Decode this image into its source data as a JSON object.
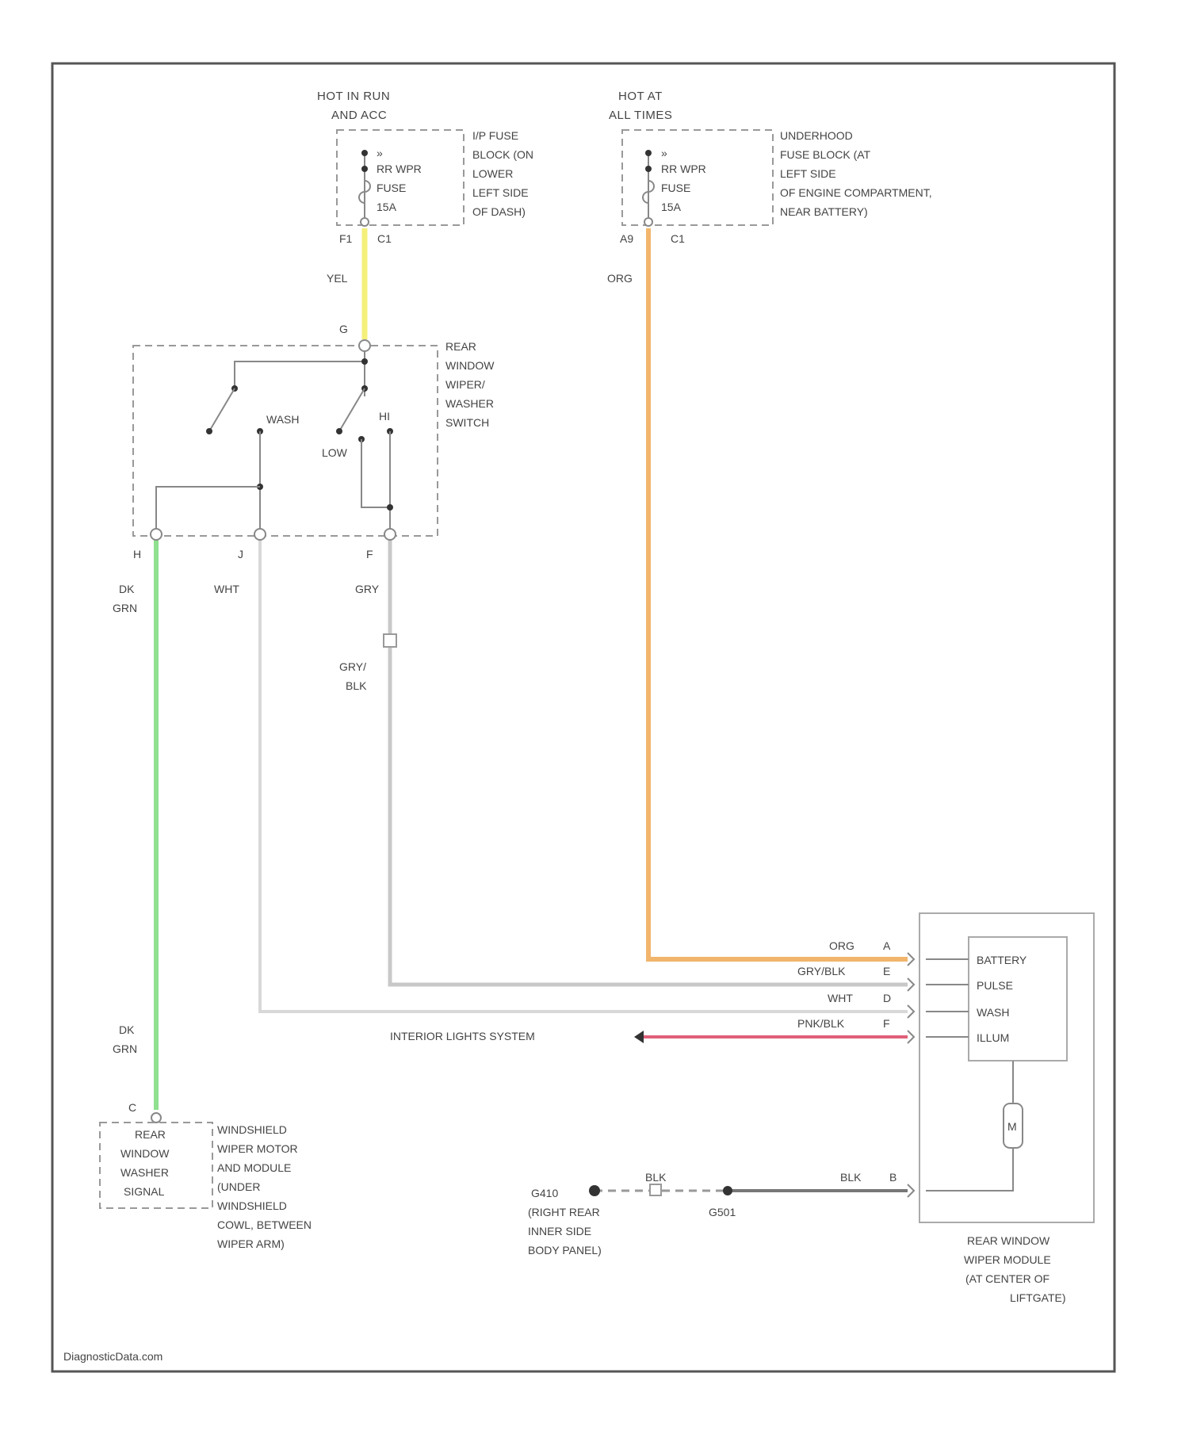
{
  "colors": {
    "yel": "#f5f07a",
    "org": "#f2b56c",
    "grn": "#8fe08f",
    "gry": "#c8c8c8",
    "wht": "#d8d8d8",
    "pnk": "#e0607a",
    "blk": "#777777"
  },
  "fuse_left": {
    "source": [
      "HOT IN RUN",
      "AND ACC"
    ],
    "fuse": [
      "RR WPR",
      "FUSE",
      "15A"
    ],
    "block": [
      "I/P FUSE",
      "BLOCK (ON",
      "LOWER",
      "LEFT SIDE",
      "OF DASH)"
    ],
    "pins": [
      "F1",
      "C1"
    ]
  },
  "fuse_right": {
    "source": [
      "HOT AT",
      "ALL TIMES"
    ],
    "fuse": [
      "RR WPR",
      "FUSE",
      "15A"
    ],
    "block": [
      "UNDERHOOD",
      "FUSE BLOCK (AT",
      "LEFT SIDE",
      "OF ENGINE COMPARTMENT,",
      "NEAR BATTERY)"
    ],
    "pins": [
      "A9",
      "C1"
    ]
  },
  "switch": {
    "name": [
      "REAR",
      "WINDOW",
      "WIPER/",
      "WASHER",
      "SWITCH"
    ],
    "pin_top": "G",
    "wash": "WASH",
    "hi": "HI",
    "low": "LOW",
    "pins": [
      "H",
      "J",
      "F"
    ]
  },
  "wires": {
    "yel": "YEL",
    "org": "ORG",
    "dk_grn": [
      "DK",
      "GRN"
    ],
    "wht": "WHT",
    "gry": "GRY",
    "gry_blk": [
      "GRY/",
      "BLK"
    ],
    "pnk_blk": "PNK/BLK",
    "blk": "BLK"
  },
  "module": {
    "name": [
      "REAR WINDOW",
      "WIPER MODULE",
      "(AT CENTER OF",
      "LIFTGATE)"
    ],
    "inputs": [
      {
        "wire": "ORG",
        "pin": "A",
        "label": "BATTERY"
      },
      {
        "wire": "GRY/BLK",
        "pin": "E",
        "label": "PULSE"
      },
      {
        "wire": "WHT",
        "pin": "D",
        "label": "WASH"
      },
      {
        "wire": "PNK/BLK",
        "pin": "F",
        "label": "ILLUM"
      }
    ],
    "motor": "M",
    "ground_pin": "B"
  },
  "interior_lights": "INTERIOR LIGHTS SYSTEM",
  "ground": {
    "g410": "G410",
    "g410_desc": [
      "(RIGHT REAR",
      "INNER SIDE",
      "BODY PANEL)"
    ],
    "g501": "G501"
  },
  "washer": {
    "pin": "C",
    "name": [
      "REAR",
      "WINDOW",
      "WASHER",
      "SIGNAL"
    ],
    "desc": [
      "WINDSHIELD",
      "WIPER MOTOR",
      "AND MODULE",
      "(UNDER",
      "WINDSHIELD",
      "COWL, BETWEEN",
      "WIPER ARM)"
    ]
  },
  "watermark": "DiagnosticData.com"
}
